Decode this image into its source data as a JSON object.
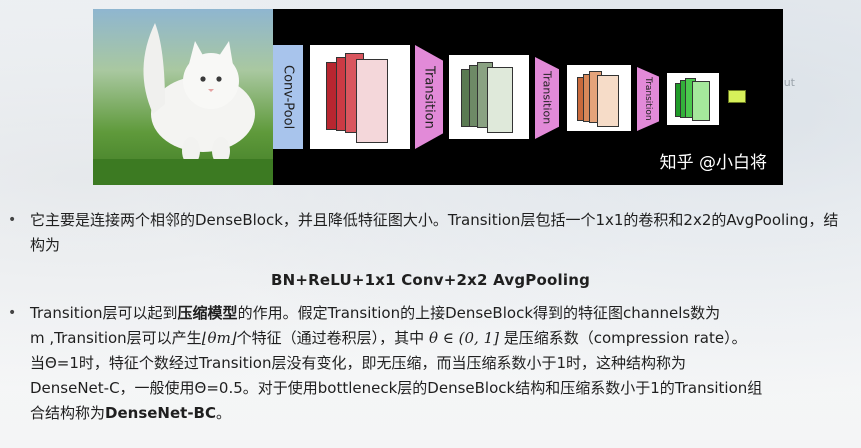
{
  "figure": {
    "conv_pool_label": "Conv-Pool",
    "transition_label": "Transition",
    "watermark": "知乎 @小白将"
  },
  "bullets": [
    {
      "text": "它主要是连接两个相邻的DenseBlock，并且降低特征图大小。Transition层包括一个1x1的卷积和2x2的AvgPooling，结构为"
    },
    {
      "before": "Transition层可以起到",
      "bold": "压缩模型",
      "line1_rest": "的作用。假定Transition的上接DenseBlock得到的特征图channels数为",
      "line2_a": "m ,Transition层可以产生",
      "line2_math": "⌊θm⌋",
      "line2_b": "个特征（通过卷积层），其中",
      "line2_math2": "θ ∈ (0, 1]",
      "line2_c": "是压缩系数（compression rate）。",
      "line3": "当Θ=1时，特征个数经过Transition层没有变化，即无压缩，而当压缩系数小于1时，这种结构称为",
      "line4": "DenseNet-C，一般使用Θ=0.5。对于使用bottleneck层的DenseBlock结构和压缩系数小于1的Transition组",
      "line5_a": "合结构称为",
      "line5_bold": "DenseNet-BC",
      "line5_b": "。"
    }
  ],
  "formula": "BN+ReLU+1x1 Conv+2x2 AvgPooling",
  "colors": {
    "conv_pool": "#a8c4ec",
    "transition": "#e28ad8",
    "block1": "#d9404a",
    "block2": "#6e8a66",
    "block3": "#d9895a",
    "block4": "#33b03a"
  }
}
